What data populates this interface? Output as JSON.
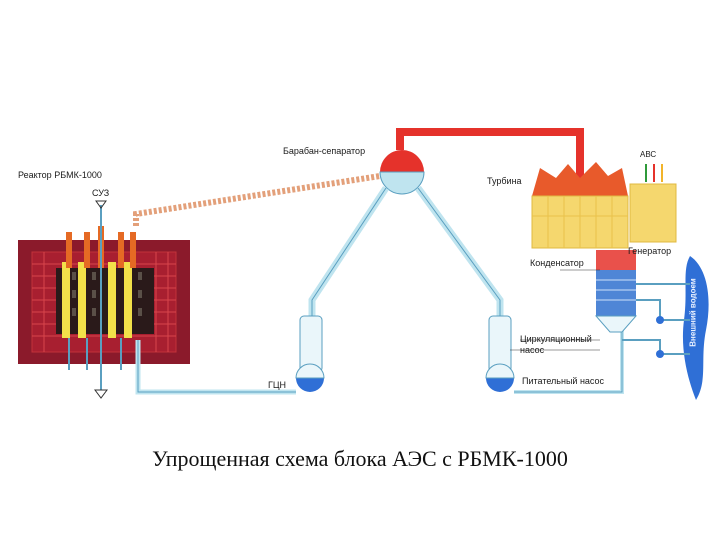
{
  "labels": {
    "reactor": "Реактор РБМК-1000",
    "suz": "СУЗ",
    "separator_drum": "Барабан-сепаратор",
    "turbine": "Турбина",
    "avs": "АВС",
    "generator": "Генератор",
    "condenser": "Конденсатор",
    "circulation_pump": "Циркуляционный\nнасос",
    "gcn": "ГЦН",
    "feed_pump": "Питательный насос",
    "cooling_pond": "Внешний водоем"
  },
  "caption": "Упрощенная схема блока АЭС с РБМК-1000",
  "colors": {
    "reactor_body": "#8b1a2b",
    "reactor_grid": "#c2323a",
    "steam": "#e5322b",
    "water": "#bfe4ef",
    "water_stroke": "#5a9fc0",
    "fuel": "#f2e14a",
    "control_rod": "#e56a24",
    "turbine": "#f5d76e",
    "condenser": "#4f86d6",
    "pond": "#2f6fd6"
  }
}
